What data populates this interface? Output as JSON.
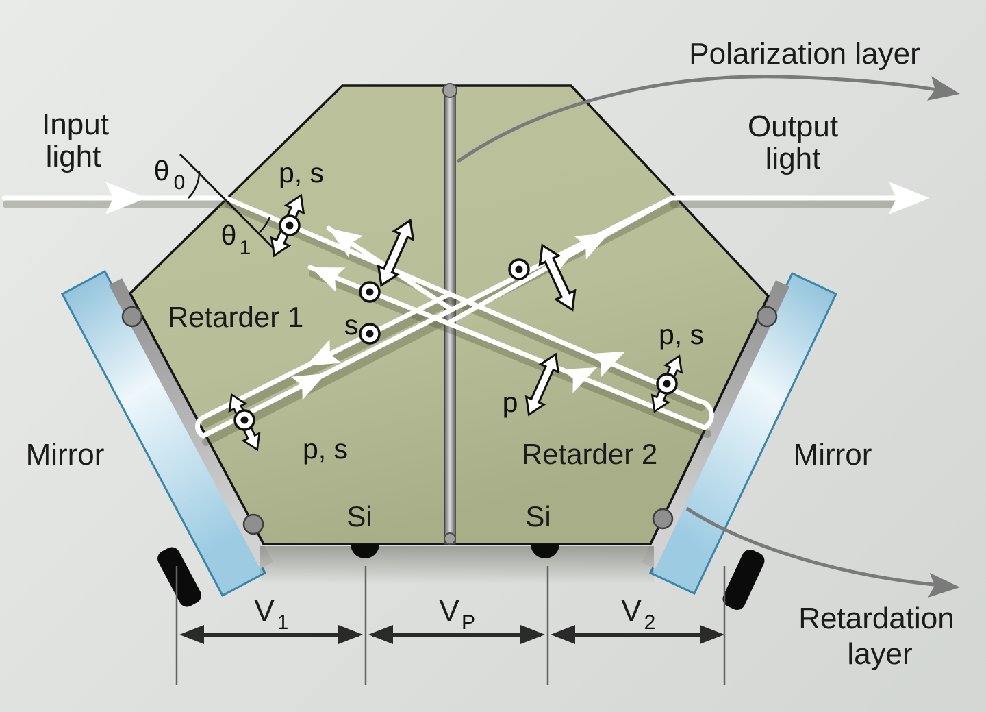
{
  "diagram": {
    "labels": {
      "input_light_line1": "Input",
      "input_light_line2": "light",
      "output_light_line1": "Output",
      "output_light_line2": "light",
      "polarization_layer": "Polarization layer",
      "retardation_layer_line1": "Retardation",
      "retardation_layer_line2": "layer",
      "mirror_left": "Mirror",
      "mirror_right": "Mirror",
      "retarder_1": "Retarder 1",
      "retarder_2": "Retarder 2",
      "si_left": "Si",
      "si_right": "Si",
      "s_polarization": "s",
      "p_polarization": "p",
      "ps_top_left": "p, s",
      "ps_bottom_left": "p, s",
      "ps_right": "p, s",
      "theta0_base": "θ",
      "theta0_sub": "0",
      "theta1_base": "θ",
      "theta1_sub": "1",
      "v1_base": "V",
      "v1_sub": "1",
      "vp_base": "V",
      "vp_sub": "P",
      "v2_base": "V",
      "v2_sub": "2"
    },
    "colors": {
      "background_top": "#e9ebe8",
      "background_bottom": "#d3d6d3",
      "prism_fill": "#b8be98",
      "prism_fill_dark": "#a8ae88",
      "prism_outline": "#161616",
      "beam": "#ffffff",
      "mirror_light": "#eef7fb",
      "mirror_dark": "#85bcd8",
      "mirror_border": "#3c85ab",
      "gray_layer_dark": "#8e8e8e",
      "gray_layer_light": "#d2d2d2",
      "bar_dark": "#5f5f5f",
      "bar_light": "#dcdcdc",
      "pointer_gray": "#7a7a7a",
      "dimension": "#2a2a2a",
      "hinge_dot": "#8f8f8f",
      "electrode_black": "#0b0b0b"
    }
  }
}
